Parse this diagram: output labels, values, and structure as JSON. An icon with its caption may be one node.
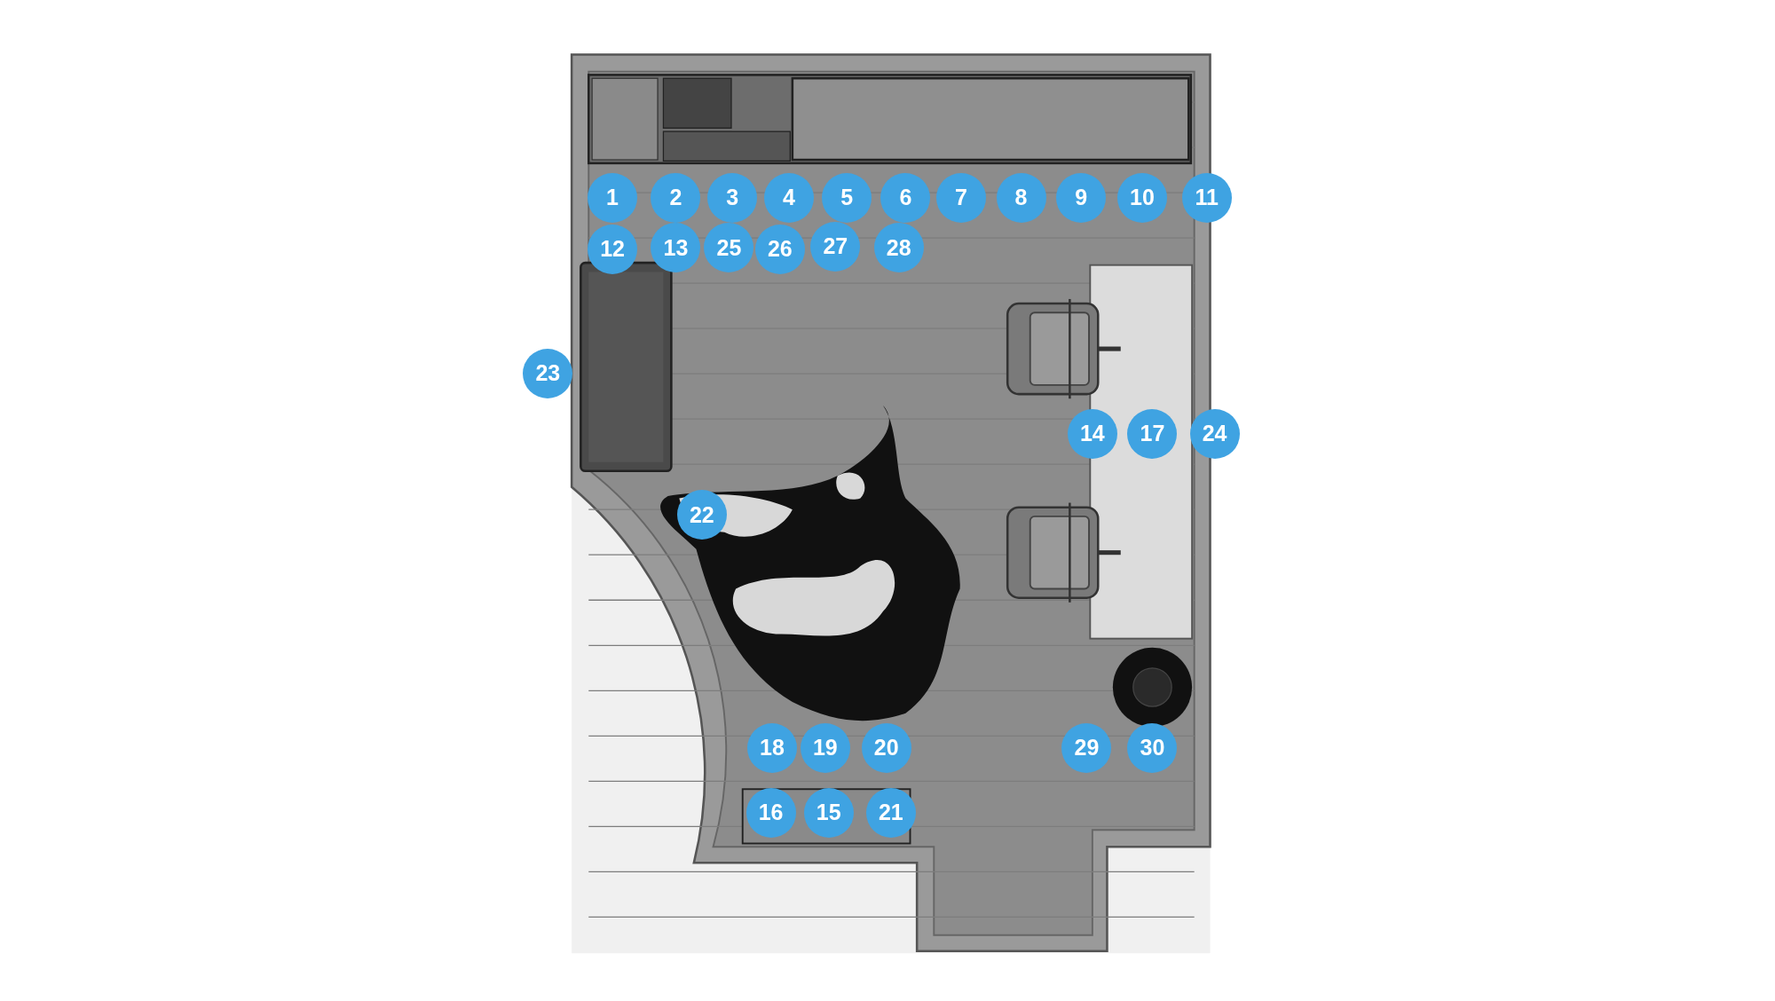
{
  "diagram": {
    "labels": [
      "1",
      "2",
      "3",
      "4",
      "5",
      "6",
      "7",
      "8",
      "9",
      "10",
      "11",
      "12",
      "13",
      "25",
      "26",
      "27",
      "28",
      "23",
      "14",
      "17",
      "24",
      "22",
      "18",
      "19",
      "20",
      "29",
      "30",
      "16",
      "15",
      "21"
    ]
  }
}
